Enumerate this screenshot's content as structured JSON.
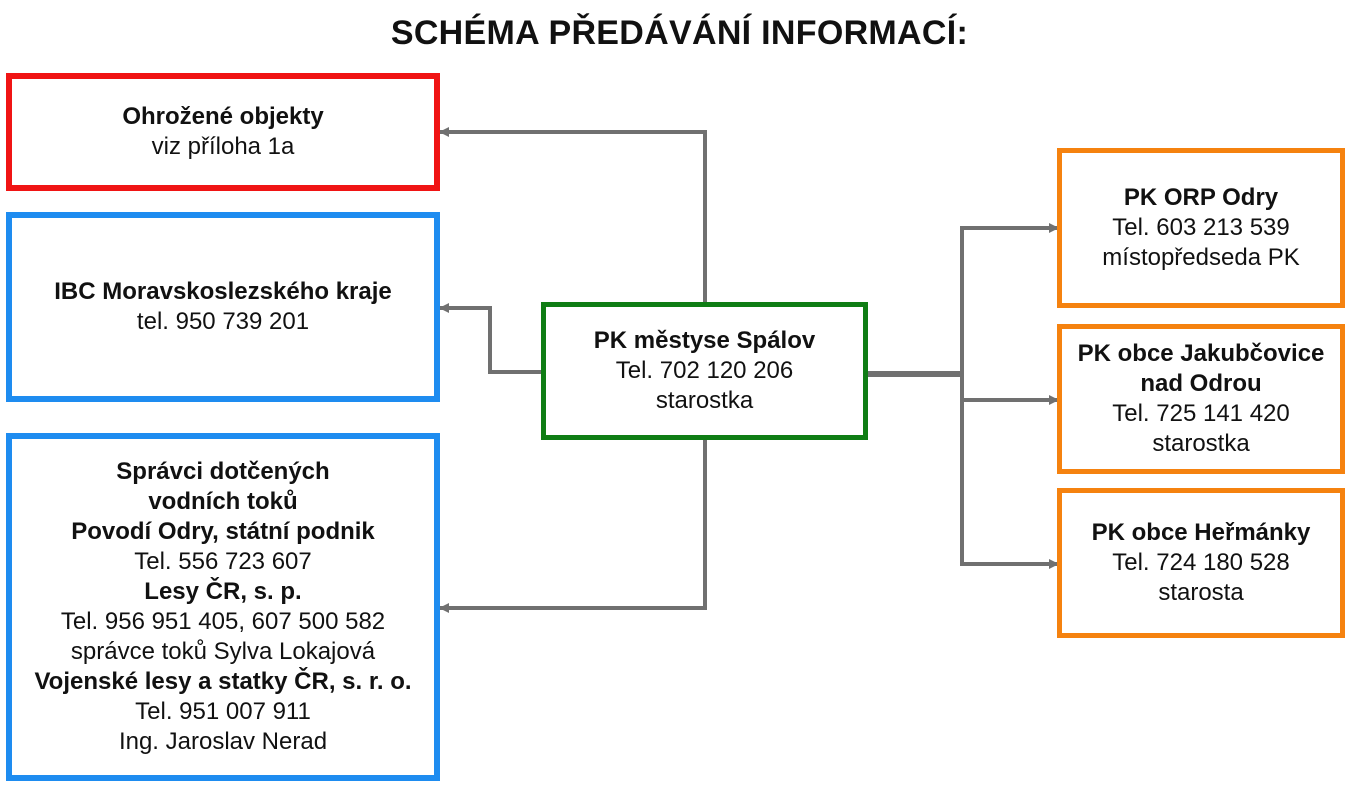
{
  "title": "SCHÉMA PŘEDÁVÁNÍ INFORMACÍ:",
  "colors": {
    "red": "#f01414",
    "blue": "#1e8cf0",
    "green": "#0f7d14",
    "orange": "#f5820f",
    "connector": "#707070"
  },
  "center": {
    "name": "PK městyse Spálov",
    "phone": "Tel. 702 120 206",
    "role": "starostka"
  },
  "left": {
    "threatened": {
      "name": "Ohrožené objekty",
      "note": "viz příloha 1a"
    },
    "ibc": {
      "name": "IBC Moravskoslezského kraje",
      "phone": "tel. 950 739 201"
    },
    "water": {
      "heading1": "Správci dotčených",
      "heading2": "vodních toků",
      "org1": "Povodí Odry, státní podnik",
      "org1_phone": "Tel. 556 723 607",
      "org2": "Lesy ČR, s. p.",
      "org2_phone": "Tel. 956 951 405, 607 500 582",
      "org2_contact": "správce toků Sylva Lokajová",
      "org3": "Vojenské lesy a statky ČR, s. r. o.",
      "org3_phone": "Tel. 951 007 911",
      "org3_contact": "Ing. Jaroslav Nerad"
    }
  },
  "right": {
    "orp": {
      "name": "PK ORP Odry",
      "phone": "Tel. 603 213 539",
      "role": "místopředseda PK"
    },
    "jakubcovice": {
      "name1": "PK obce Jakubčovice",
      "name2": "nad Odrou",
      "phone": "Tel. 725 141 420",
      "role": "starostka"
    },
    "hermanky": {
      "name": "PK obce Heřmánky",
      "phone": "Tel. 724 180 528",
      "role": "starosta"
    }
  }
}
